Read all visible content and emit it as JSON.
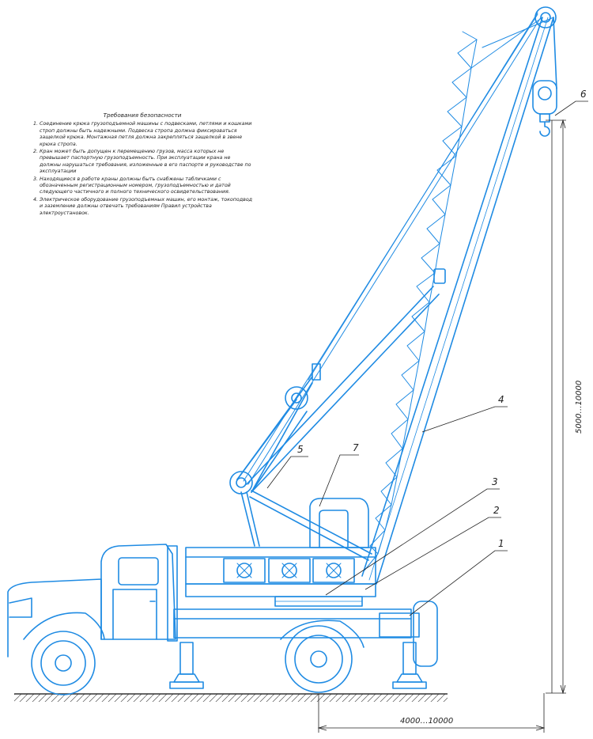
{
  "notes": {
    "title": "Требования безопасности",
    "items": [
      "Соединение крюка грузоподъемной машины с подвесками, петлями и кошками строп должны быть надежными. Подвеска стропа должна фиксироваться защелкой крюка. Монтажная петля должна закрепляться защелкой в звене крюка стропа.",
      "Кран может быть допущен к перемещению грузов, масса которых не превышает паспортную грузоподъемность. При эксплуатации крана не должны нарушаться требования, изложенные в его паспорте и руководстве по эксплуатации",
      "Находящиеся в работе краны должны быть снабжены табличками с обозначенным регистрационным номером, грузоподъемностью и датой следующего частичного и полного технического освидетельствования.",
      "Электрическое оборудование грузоподъемных машин, его монтаж, токоподвод и заземление должны отвечать требованиям Правил устройства электроустановок."
    ]
  },
  "callouts": {
    "c1": "1",
    "c2": "2",
    "c3": "3",
    "c4": "4",
    "c5": "5",
    "c6": "6",
    "c7": "7"
  },
  "dimensions": {
    "lift_height": "5000…10000",
    "outreach": "4000…10000"
  },
  "colors": {
    "line": "#1f8be3",
    "ink": "#222222"
  }
}
